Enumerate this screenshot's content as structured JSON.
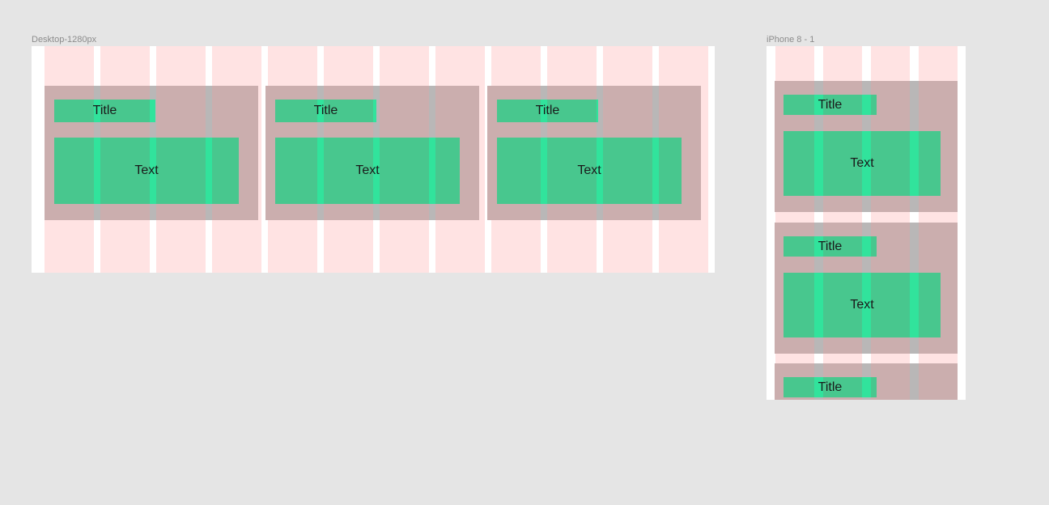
{
  "canvas": {
    "background": "#e5e5e5"
  },
  "colors": {
    "frame": "#ffffff",
    "grid_column": "#ffe3e3",
    "card": "#cbaeae",
    "green_block": "#48c78e"
  },
  "desktop": {
    "label": "Desktop-1280px",
    "columns": 12,
    "cards": [
      {
        "title": "Title",
        "text": "Text"
      },
      {
        "title": "Title",
        "text": "Text"
      },
      {
        "title": "Title",
        "text": "Text"
      }
    ]
  },
  "iphone": {
    "label": "iPhone 8 - 1",
    "columns": 4,
    "cards": [
      {
        "title": "Title",
        "text": "Text"
      },
      {
        "title": "Title",
        "text": "Text"
      },
      {
        "title": "Title"
      }
    ]
  }
}
